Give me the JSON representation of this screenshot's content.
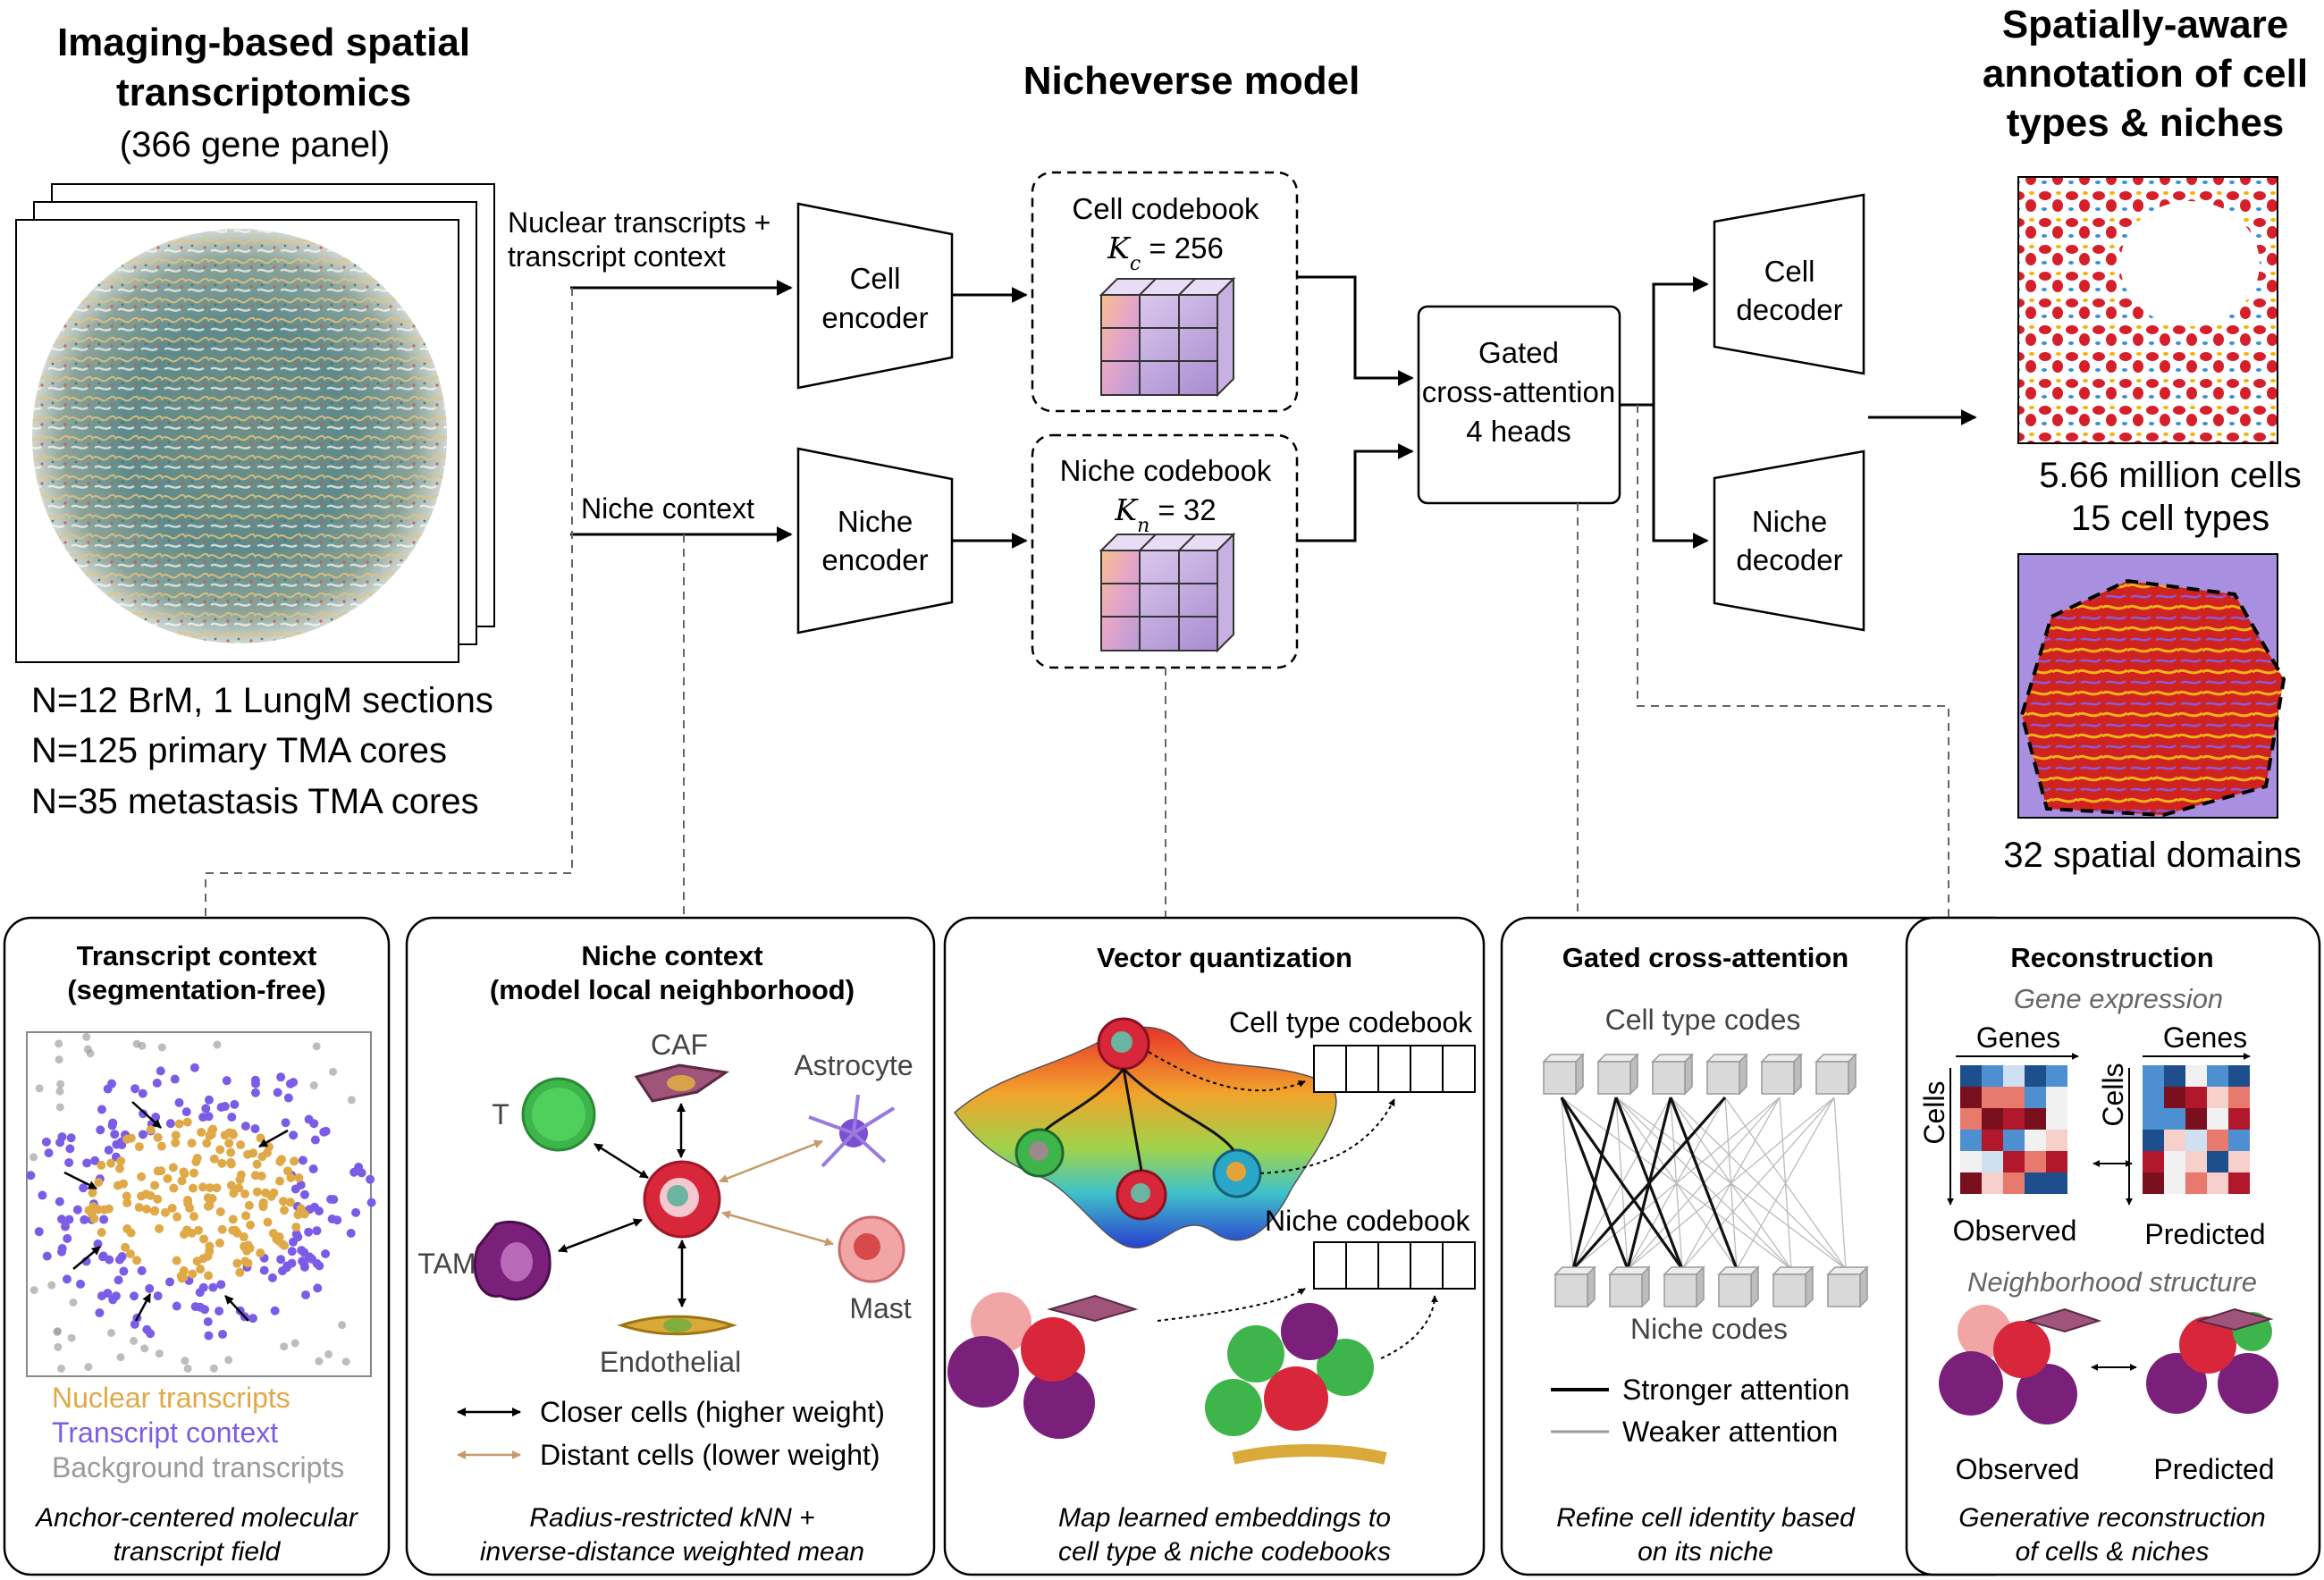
{
  "left": {
    "title_line1": "Imaging-based spatial",
    "title_line2": "transcriptomics",
    "subtitle": "(366 gene panel)",
    "stats": [
      "N=12 BrM, 1 LungM sections",
      "N=125 primary TMA cores",
      "N=35 metastasis TMA cores"
    ]
  },
  "model": {
    "title": "Nicheverse model",
    "input_nuclear_line1": "Nuclear transcripts +",
    "input_nuclear_line2": "transcript context",
    "input_niche": "Niche context",
    "cell_encoder": [
      "Cell",
      "encoder"
    ],
    "niche_encoder": [
      "Niche",
      "encoder"
    ],
    "cell_codebook": "Cell codebook",
    "cell_codebook_k": "K",
    "cell_codebook_k_sub": "c",
    "cell_codebook_k_val": " = 256",
    "niche_codebook": "Niche codebook",
    "niche_codebook_k": "K",
    "niche_codebook_k_sub": "n",
    "niche_codebook_k_val": " = 32",
    "attention": [
      "Gated",
      "cross-attention",
      "4 heads"
    ],
    "cell_decoder": [
      "Cell",
      "decoder"
    ],
    "niche_decoder": [
      "Niche",
      "decoder"
    ]
  },
  "right": {
    "title_line1": "Spatially-aware",
    "title_line2": "annotation of cell",
    "title_line3": "types & niches",
    "cells_line1": "5.66 million cells",
    "cells_line2": "15 cell types",
    "domains": "32 spatial domains"
  },
  "panels": {
    "transcript": {
      "title_line1": "Transcript context",
      "title_line2": "(segmentation-free)",
      "legend": [
        "Nuclear transcripts",
        "Transcript context",
        "Background transcripts"
      ],
      "caption": [
        "Anchor-centered molecular",
        "transcript field"
      ]
    },
    "niche": {
      "title_line1": "Niche context",
      "title_line2": "(model local neighborhood)",
      "cells": [
        "CAF",
        "Astrocyte",
        "T",
        "TAM",
        "Mast",
        "Endothelial"
      ],
      "legend": [
        "Closer cells (higher weight)",
        "Distant cells (lower weight)"
      ],
      "caption": [
        "Radius-restricted kNN +",
        "inverse-distance weighted mean"
      ]
    },
    "vq": {
      "title": "Vector quantization",
      "cell_cb": "Cell type codebook",
      "niche_cb": "Niche codebook",
      "caption": [
        "Map learned embeddings to",
        "cell type & niche codebooks"
      ]
    },
    "attn": {
      "title": "Gated cross-attention",
      "top": "Cell type codes",
      "bottom": "Niche codes",
      "legend": [
        "Stronger attention",
        "Weaker attention"
      ],
      "caption": [
        "Refine cell identity based",
        "on its niche"
      ]
    },
    "recon": {
      "title": "Reconstruction",
      "gene_expr": "Gene expression",
      "genes": "Genes",
      "cells": "Cells",
      "observed": "Observed",
      "predicted": "Predicted",
      "neighborhood": "Neighborhood structure",
      "caption": [
        "Generative reconstruction",
        "of cells & niches"
      ]
    }
  },
  "colors": {
    "nuclear": "#E0A947",
    "context": "#7B5CE6",
    "background": "#9A9A9A",
    "closer": "#000000",
    "distant": "#C89A6B",
    "red_cell": "#D8263A",
    "green_cell": "#3DB54A",
    "purple_cell": "#7A1F7A"
  }
}
